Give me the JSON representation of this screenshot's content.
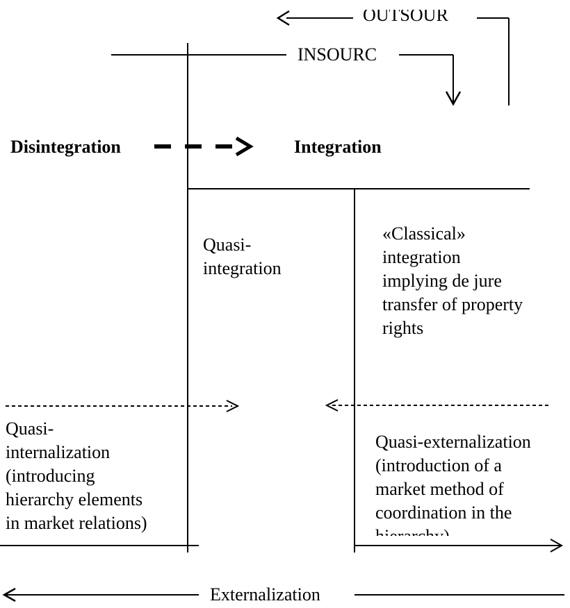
{
  "labels": {
    "outsour": "OUTSOUR",
    "insourc": "INSOURC",
    "disintegration": "Disintegration",
    "integration": "Integration",
    "quasi_integration": "Quasi-\nintegration",
    "classical_integration": "«Classical»\nintegration\nimplying de jure\ntransfer of property\nrights",
    "quasi_internalization": "Quasi-\ninternalization\n(introducing\nhierarchy elements\nin market relations)",
    "quasi_externalization": "Quasi-externalization\n(introduction of a\nmarket method of\ncoordination in the\nhierarchy)",
    "externalization": "Externalization"
  },
  "colors": {
    "ink": "#000000",
    "background": "#ffffff"
  }
}
